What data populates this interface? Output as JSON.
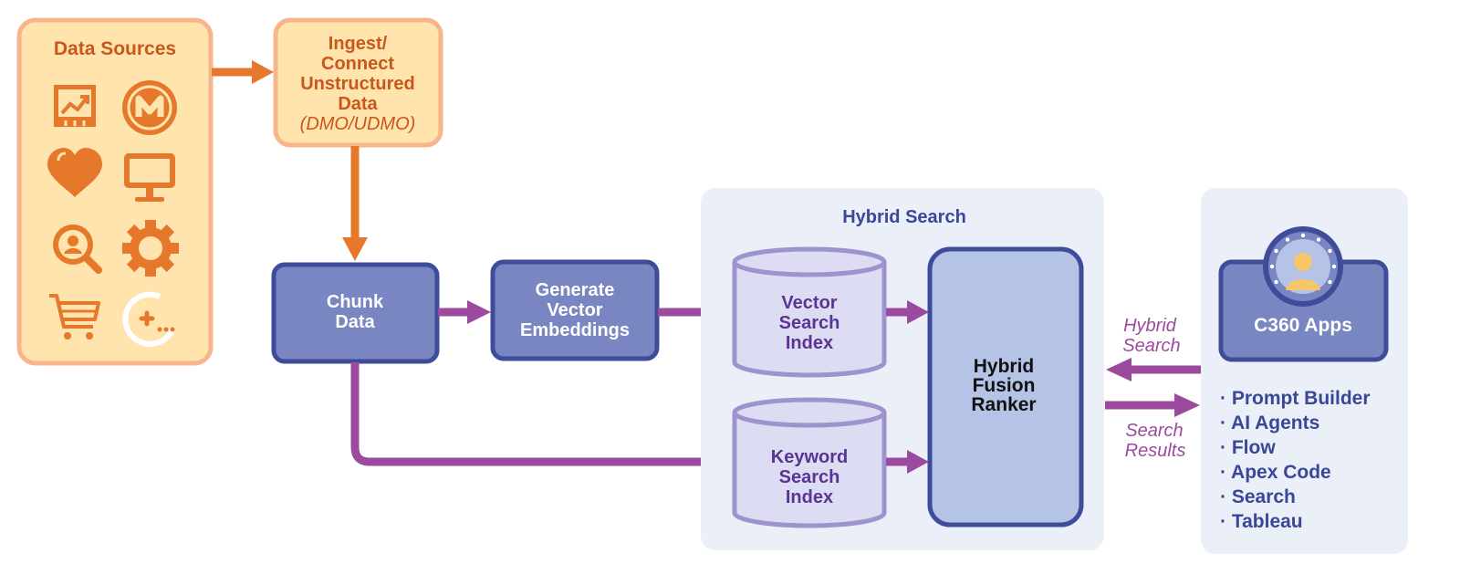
{
  "colors": {
    "orange": "#E5782B",
    "orange_light": "#FFE5AD",
    "orange_border": "#F8B48A",
    "orange_text": "#C9571C",
    "purple_arrow": "#9C4A9E",
    "node_fill": "#7A86C2",
    "node_border": "#3E4C9A",
    "panel_fill": "#EAEFF8",
    "cyl_fill": "#DCDDF2",
    "cyl_border": "#9E93CC",
    "ranker_fill": "#B5C3E6",
    "label_dark": "#3A4799",
    "label_purple": "#5B3393",
    "italic_purple": "#9C4A9E",
    "avatar_yellow": "#F7C56A"
  },
  "data_sources": {
    "title": "Data Sources",
    "icons": [
      "chart-icon",
      "mulesoft-icon",
      "heart-icon",
      "monitor-icon",
      "search-person-icon",
      "gear-icon",
      "cart-icon",
      "add-more-icon"
    ]
  },
  "ingest": {
    "line1": "Ingest/",
    "line2": "Connect",
    "line3": "Unstructured",
    "line4": "Data",
    "line5": "(DMO/UDMO)"
  },
  "chunk": {
    "line1": "Chunk",
    "line2": "Data"
  },
  "embed": {
    "line1": "Generate",
    "line2": "Vector",
    "line3": "Embeddings"
  },
  "hybrid_panel": {
    "title": "Hybrid Search"
  },
  "vector_index": {
    "line1": "Vector",
    "line2": "Search",
    "line3": "Index"
  },
  "keyword_index": {
    "line1": "Keyword",
    "line2": "Search",
    "line3": "Index"
  },
  "ranker": {
    "line1": "Hybrid",
    "line2": "Fusion",
    "line3": "Ranker"
  },
  "arrows": {
    "hybrid_search_1": "Hybrid",
    "hybrid_search_2": "Search",
    "search_results_1": "Search",
    "search_results_2": "Results"
  },
  "c360": {
    "title": "C360 Apps",
    "apps": [
      "· Prompt Builder",
      "· AI Agents",
      "· Flow",
      "· Apex Code",
      "· Search",
      "· Tableau"
    ]
  }
}
